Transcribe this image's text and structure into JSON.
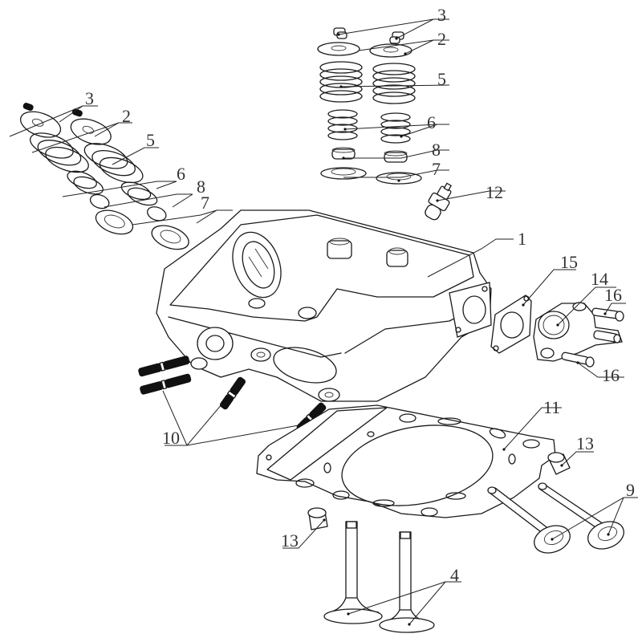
{
  "diagram": {
    "title": "Cylinder head exploded view",
    "line_color": "#1a1a1a",
    "background": "#ffffff",
    "callouts": [
      {
        "id": "c1",
        "label": "1",
        "part": "cylinder-head"
      },
      {
        "id": "c2a",
        "label": "2",
        "part": "valve-spring-retainer"
      },
      {
        "id": "c2b",
        "label": "2",
        "part": "valve-spring-retainer"
      },
      {
        "id": "c3a",
        "label": "3",
        "part": "valve-cotter"
      },
      {
        "id": "c3b",
        "label": "3",
        "part": "valve-cotter"
      },
      {
        "id": "c4",
        "label": "4",
        "part": "intake-valve"
      },
      {
        "id": "c5a",
        "label": "5",
        "part": "outer-valve-spring"
      },
      {
        "id": "c5b",
        "label": "5",
        "part": "outer-valve-spring"
      },
      {
        "id": "c6a",
        "label": "6",
        "part": "inner-valve-spring"
      },
      {
        "id": "c6b",
        "label": "6",
        "part": "inner-valve-spring"
      },
      {
        "id": "c7a",
        "label": "7",
        "part": "spring-seat"
      },
      {
        "id": "c7b",
        "label": "7",
        "part": "spring-seat"
      },
      {
        "id": "c8a",
        "label": "8",
        "part": "valve-stem-seal"
      },
      {
        "id": "c8b",
        "label": "8",
        "part": "valve-stem-seal"
      },
      {
        "id": "c9",
        "label": "9",
        "part": "exhaust-valve"
      },
      {
        "id": "c10",
        "label": "10",
        "part": "stud-bolt"
      },
      {
        "id": "c11",
        "label": "11",
        "part": "head-gasket"
      },
      {
        "id": "c12",
        "label": "12",
        "part": "spark-plug"
      },
      {
        "id": "c13a",
        "label": "13",
        "part": "dowel-pin"
      },
      {
        "id": "c13b",
        "label": "13",
        "part": "dowel-pin"
      },
      {
        "id": "c14",
        "label": "14",
        "part": "intake-pipe"
      },
      {
        "id": "c15",
        "label": "15",
        "part": "insulator-gasket"
      },
      {
        "id": "c16a",
        "label": "16",
        "part": "bolt"
      },
      {
        "id": "c16b",
        "label": "16",
        "part": "bolt"
      }
    ]
  }
}
